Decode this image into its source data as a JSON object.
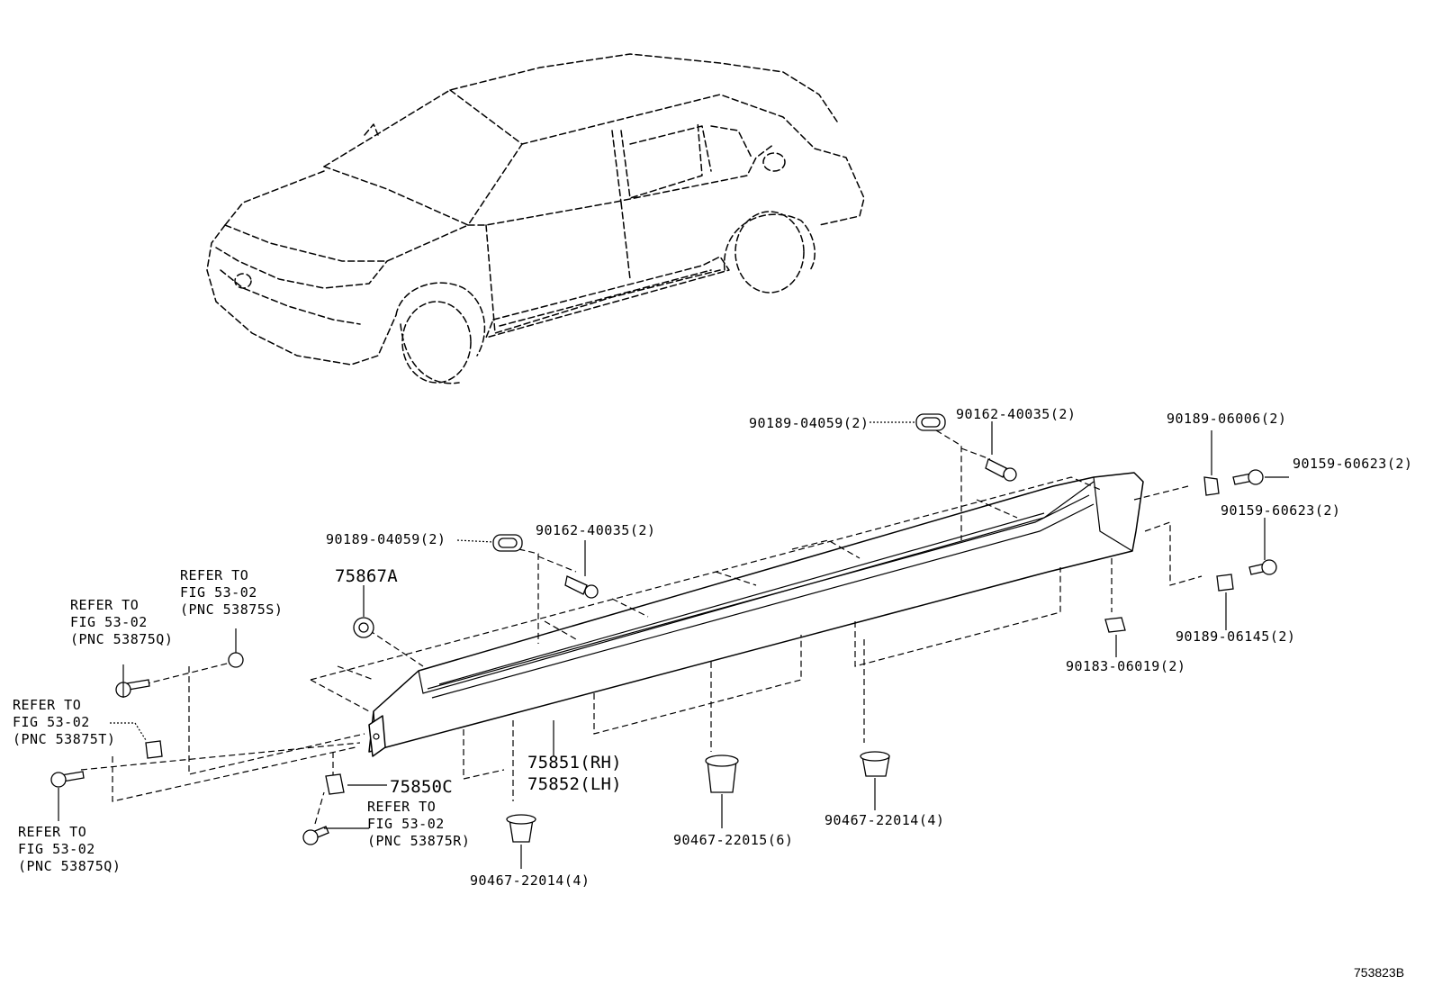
{
  "diagram": {
    "figure_id": "753823B",
    "labels": {
      "p_90189_04059_top": "90189-04059(2)",
      "p_90162_40035_top": "90162-40035(2)",
      "p_90189_06006": "90189-06006(2)",
      "p_90159_60623_a": "90159-60623(2)",
      "p_90159_60623_b": "90159-60623(2)",
      "p_90189_06145": "90189-06145(2)",
      "p_90183_06019": "90183-06019(2)",
      "p_90189_04059_mid": "90189-04059(2)",
      "p_90162_40035_mid": "90162-40035(2)",
      "p_75867A": "75867A",
      "p_75851": "75851(RH)",
      "p_75852": "75852(LH)",
      "p_75850C": "75850C",
      "p_90467_22014_left": "90467-22014(4)",
      "p_90467_22015": "90467-22015(6)",
      "p_90467_22014_right": "90467-22014(4)"
    },
    "refs": {
      "ref_53875S": [
        "REFER TO",
        "FIG 53-02",
        "(PNC 53875S)"
      ],
      "ref_53875Q_top": [
        "REFER TO",
        "FIG 53-02",
        "(PNC 53875Q)"
      ],
      "ref_53875T": [
        "REFER TO",
        "FIG 53-02",
        "(PNC 53875T)"
      ],
      "ref_53875Q_bottom": [
        "REFER TO",
        "FIG 53-02",
        "(PNC 53875Q)"
      ],
      "ref_53875R": [
        "REFER TO",
        "FIG 53-02",
        "(PNC 53875R)"
      ]
    }
  }
}
